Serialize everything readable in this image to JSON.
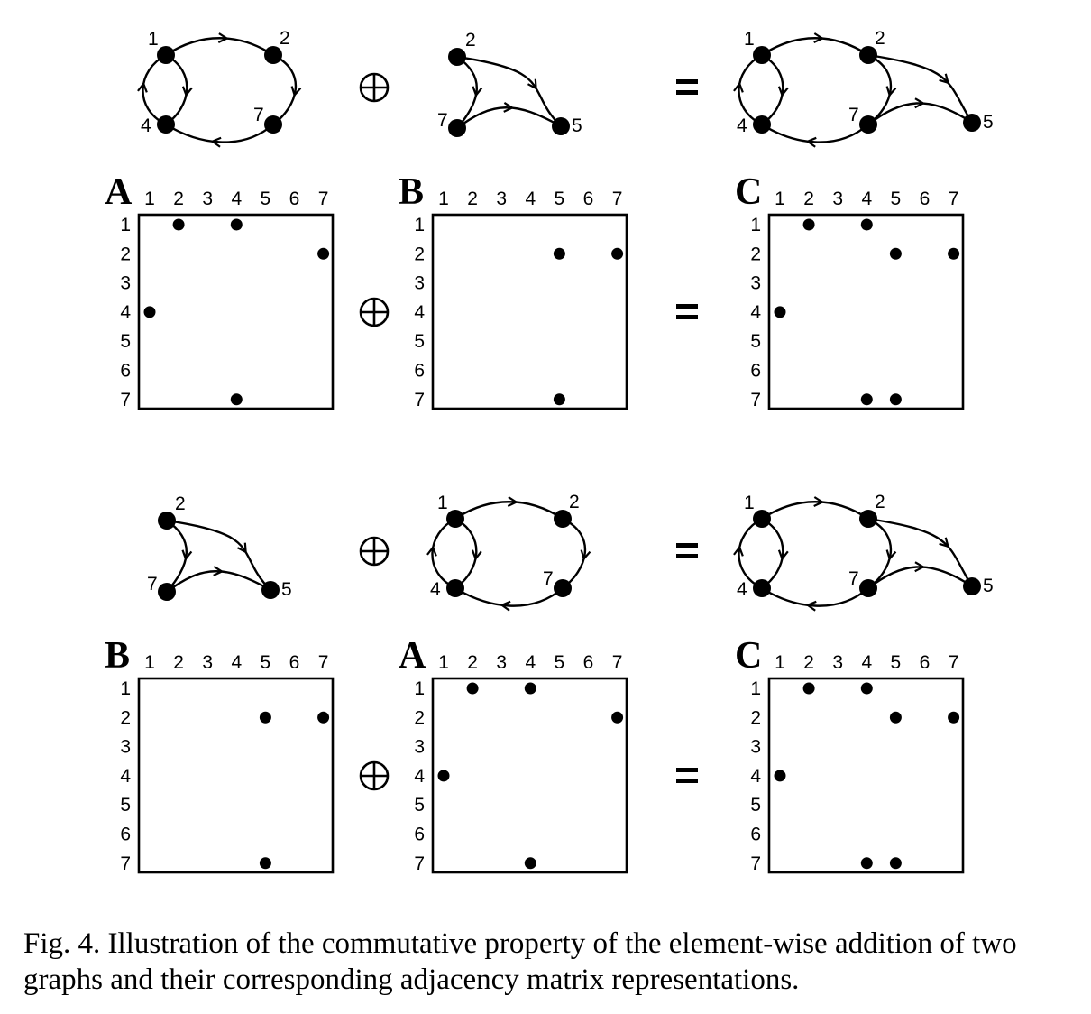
{
  "figure": {
    "rows": [
      {
        "equation": [
          {
            "graph": "A",
            "matrix_label": "A"
          },
          {
            "operator": "⊕"
          },
          {
            "graph": "B",
            "matrix_label": "B"
          },
          {
            "operator": "="
          },
          {
            "graph": "C",
            "matrix_label": "C"
          }
        ]
      },
      {
        "equation": [
          {
            "graph": "B",
            "matrix_label": "B"
          },
          {
            "operator": "⊕"
          },
          {
            "graph": "A",
            "matrix_label": "A"
          },
          {
            "operator": "="
          },
          {
            "graph": "C",
            "matrix_label": "C"
          }
        ]
      }
    ],
    "graphs": {
      "A": {
        "nodes": [
          "1",
          "2",
          "4",
          "7"
        ],
        "edges": [
          [
            "1",
            "2"
          ],
          [
            "1",
            "4"
          ],
          [
            "4",
            "1"
          ],
          [
            "2",
            "7"
          ],
          [
            "7",
            "4"
          ]
        ]
      },
      "B": {
        "nodes": [
          "2",
          "7",
          "5"
        ],
        "edges": [
          [
            "2",
            "7"
          ],
          [
            "2",
            "5"
          ],
          [
            "7",
            "5"
          ]
        ]
      },
      "C": {
        "nodes": [
          "1",
          "2",
          "4",
          "7",
          "5"
        ],
        "edges": [
          [
            "1",
            "2"
          ],
          [
            "1",
            "4"
          ],
          [
            "4",
            "1"
          ],
          [
            "2",
            "7"
          ],
          [
            "7",
            "4"
          ],
          [
            "2",
            "5"
          ],
          [
            "7",
            "5"
          ]
        ]
      }
    },
    "matrices": {
      "A": [
        [
          1,
          2
        ],
        [
          1,
          4
        ],
        [
          2,
          7
        ],
        [
          4,
          1
        ],
        [
          7,
          4
        ]
      ],
      "B": [
        [
          2,
          5
        ],
        [
          2,
          7
        ],
        [
          7,
          5
        ]
      ],
      "C": [
        [
          1,
          2
        ],
        [
          1,
          4
        ],
        [
          2,
          5
        ],
        [
          2,
          7
        ],
        [
          4,
          1
        ],
        [
          7,
          4
        ],
        [
          7,
          5
        ]
      ]
    },
    "axis_ticks": [
      "1",
      "2",
      "3",
      "4",
      "5",
      "6",
      "7"
    ]
  },
  "caption": "Fig. 4.  Illustration of the commutative property of the element-wise addition of two graphs and their corresponding adjacency matrix representations."
}
